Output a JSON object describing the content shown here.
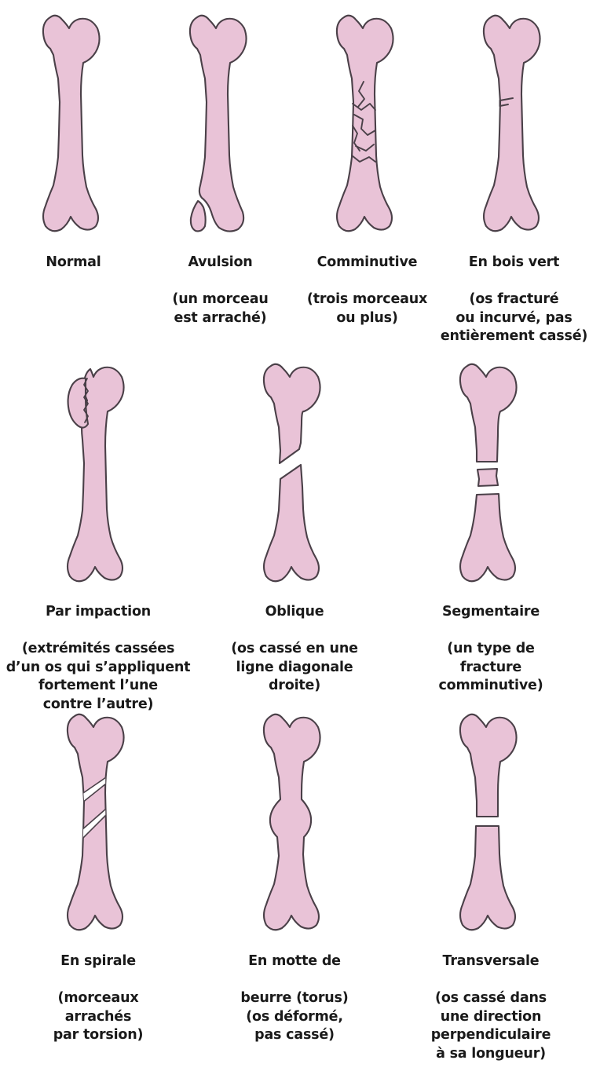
{
  "diagram": {
    "title_text_present": false,
    "language": "fr",
    "colors": {
      "bone_fill": "#E9C3D7",
      "bone_outline": "#4a4048",
      "background": "#ffffff",
      "caption_text": "#1a1a1a"
    },
    "rows": [
      {
        "row_name": "row-1",
        "items": [
          {
            "key": "normal",
            "title": "Normal",
            "sub": "",
            "icon": "femur-normal-icon",
            "fracture_type": "none"
          },
          {
            "key": "avulsion",
            "title": "Avulsion",
            "sub": "(un morceau\nest arraché)",
            "icon": "femur-avulsion-icon",
            "fracture_type": "avulsion"
          },
          {
            "key": "comminutive",
            "title": "Comminutive",
            "sub": "(trois morceaux\nou plus)",
            "icon": "femur-comminuted-icon",
            "fracture_type": "comminuted"
          },
          {
            "key": "bois-vert",
            "title": "En bois vert",
            "sub": "(os fracturé\nou incurvé, pas\nentièrement cassé)",
            "icon": "femur-greenstick-icon",
            "fracture_type": "greenstick"
          }
        ]
      },
      {
        "row_name": "row-2",
        "items": [
          {
            "key": "impaction",
            "title": "Par impaction",
            "sub": "(extrémités cassées\nd’un os qui s’appliquent\nfortement l’une\ncontre l’autre)",
            "icon": "femur-impacted-icon",
            "fracture_type": "impacted"
          },
          {
            "key": "oblique",
            "title": "Oblique",
            "sub": "(os cassé en une\nligne diagonale\ndroite)",
            "icon": "femur-oblique-icon",
            "fracture_type": "oblique"
          },
          {
            "key": "segmentaire",
            "title": "Segmentaire",
            "sub": "(un type de\nfracture\ncomminutive)",
            "icon": "femur-segmental-icon",
            "fracture_type": "segmental"
          }
        ]
      },
      {
        "row_name": "row-3",
        "items": [
          {
            "key": "spirale",
            "title": "En spirale",
            "sub": "(morceaux\narrachés\npar torsion)",
            "icon": "femur-spiral-icon",
            "fracture_type": "spiral"
          },
          {
            "key": "motte-de-beurre",
            "title": "En motte de",
            "sub": "beurre (torus)\n(os déformé,\npas cassé)",
            "icon": "femur-torus-icon",
            "fracture_type": "torus"
          },
          {
            "key": "transversale",
            "title": "Transversale",
            "sub": "(os cassé dans\nune direction\nperpendiculaire\nà sa longueur)",
            "icon": "femur-transverse-icon",
            "fracture_type": "transverse"
          }
        ]
      }
    ]
  }
}
